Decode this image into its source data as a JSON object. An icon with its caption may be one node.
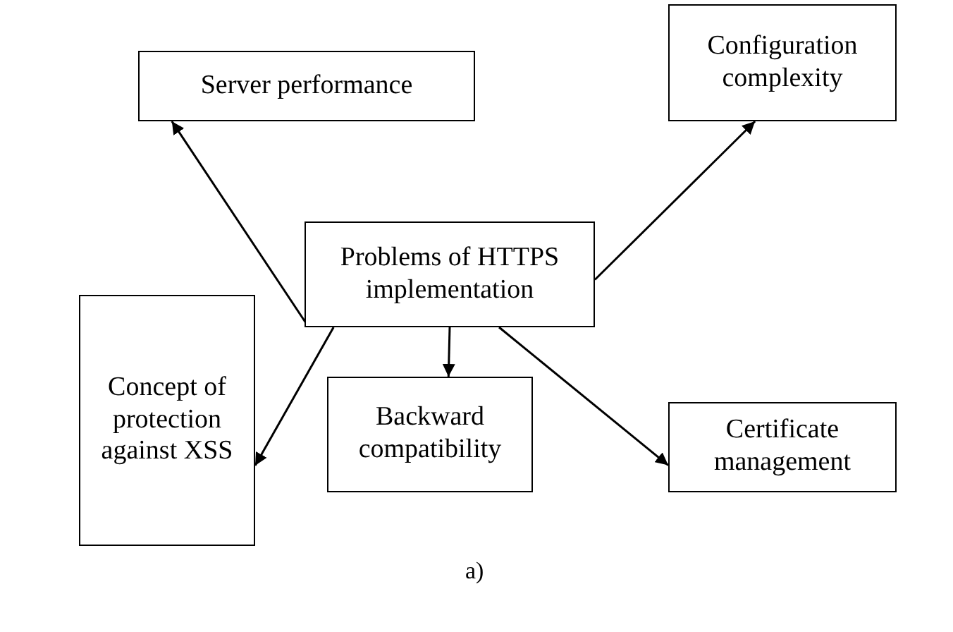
{
  "diagram": {
    "caption": "a)",
    "nodes": [
      {
        "text": [
          "Server performance"
        ]
      },
      {
        "text": [
          "Configuration complexity"
        ]
      },
      {
        "text": [
          "Problems of HTTPS implementation"
        ]
      },
      {
        "text": [
          "Concept of protection against XSS"
        ]
      },
      {
        "text": [
          "Backward compatibility"
        ]
      },
      {
        "text": [
          "Certificate management"
        ]
      }
    ],
    "edges": [
      {
        "from": 2,
        "to": 0,
        "arrow": "to"
      },
      {
        "from": 2,
        "to": 1,
        "arrow": "to"
      },
      {
        "from": 2,
        "to": 3,
        "arrow": "to"
      },
      {
        "from": 2,
        "to": 4,
        "arrow": "to"
      },
      {
        "from": 2,
        "to": 5,
        "arrow": "to"
      }
    ]
  }
}
